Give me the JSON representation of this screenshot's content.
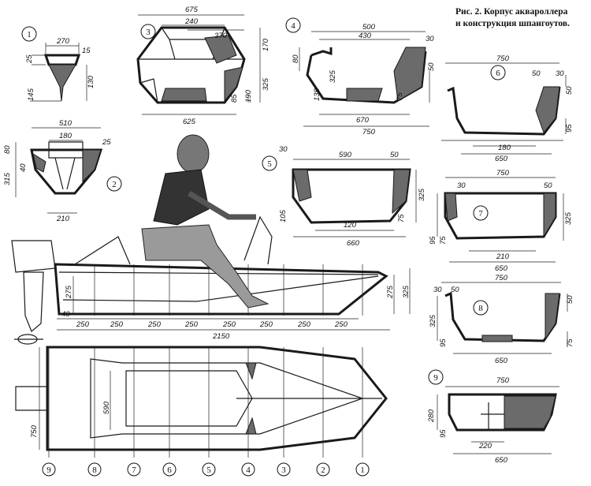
{
  "caption": {
    "line1": "Рис. 2. Корпус аквароллера",
    "line2": "и конструкция шпангоутов."
  },
  "sections": [
    {
      "id": "1",
      "dims": [
        "270",
        "15",
        "25",
        "130",
        "145"
      ]
    },
    {
      "id": "2",
      "dims": [
        "510",
        "180",
        "80",
        "25",
        "40",
        "315",
        "210"
      ]
    },
    {
      "id": "3",
      "dims": [
        "675",
        "240",
        "370",
        "170",
        "325",
        "85",
        "190",
        "625"
      ]
    },
    {
      "id": "4",
      "dims": [
        "500",
        "430",
        "30",
        "80",
        "50",
        "325",
        "138",
        "75",
        "670",
        "750"
      ]
    },
    {
      "id": "5",
      "dims": [
        "590",
        "30",
        "50",
        "325",
        "105",
        "75",
        "120",
        "660"
      ]
    },
    {
      "id": "6",
      "dims": [
        "750",
        "50",
        "30",
        "50",
        "95",
        "180",
        "650"
      ]
    },
    {
      "id": "7",
      "dims": [
        "750",
        "30",
        "50",
        "325",
        "95",
        "75",
        "210",
        "650"
      ]
    },
    {
      "id": "8",
      "dims": [
        "750",
        "30",
        "50",
        "50",
        "325",
        "95",
        "75",
        "650"
      ]
    },
    {
      "id": "9",
      "dims": [
        "750",
        "280",
        "95",
        "220",
        "650"
      ]
    }
  ],
  "side_view": {
    "station_spacing": [
      "250",
      "250",
      "250",
      "250",
      "250",
      "250",
      "250",
      "250"
    ],
    "offset": "40",
    "total_length": "2150",
    "stern_height": "275",
    "bow_height": "275",
    "bow_total": "325"
  },
  "plan_view": {
    "width": "750",
    "cockpit_width": "590",
    "stations": [
      "9",
      "8",
      "7",
      "6",
      "5",
      "4",
      "3",
      "2",
      "1"
    ]
  }
}
